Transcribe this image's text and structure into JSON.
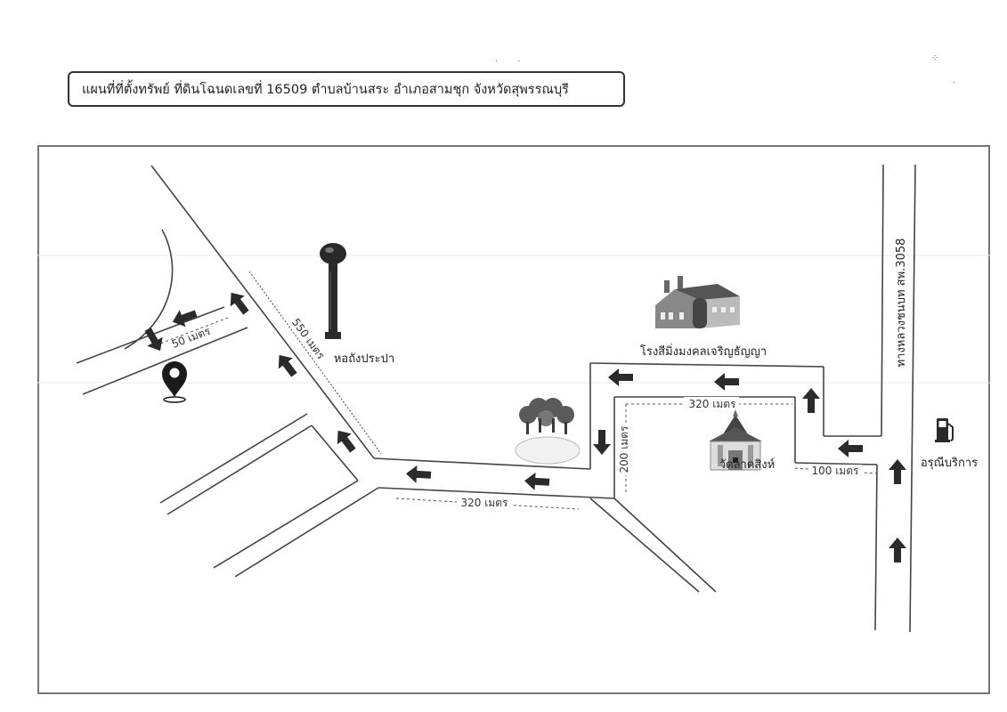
{
  "title": "แผนที่ที่ตั้งทรัพย์ ที่ดินโฉนดเลขที่ 16509  ตำบลบ้านสระ อำเภอสามชุก จังหวัดสุพรรณบุรี",
  "landmarks": {
    "water_tower": "หอถังประปา",
    "factory": "โรงสีมิ่งมงคลเจริญธัญญา",
    "temple": "วัดลาดสิงห์",
    "gas_station": "อรุณีบริการ"
  },
  "road_name": "ทางหลวงชนบท สพ.3058",
  "distances": {
    "d50": "50 เมตร",
    "d550": "550 เมตร",
    "d320_top": "320 เมตร",
    "d200": "200 เมตร",
    "d100": "100 เมตร",
    "d320_bottom": "320 เมตร"
  },
  "icons": {
    "location_pin": "map-pin-icon",
    "water_tower": "water-tower-icon",
    "factory": "factory-icon",
    "temple": "temple-icon",
    "trees": "trees-icon",
    "gas_station": "fuel-pump-icon",
    "route": "arrow-icon"
  },
  "colors": {
    "road": "#444444",
    "arrow": "#2b2b2b",
    "frame": "#777777"
  }
}
